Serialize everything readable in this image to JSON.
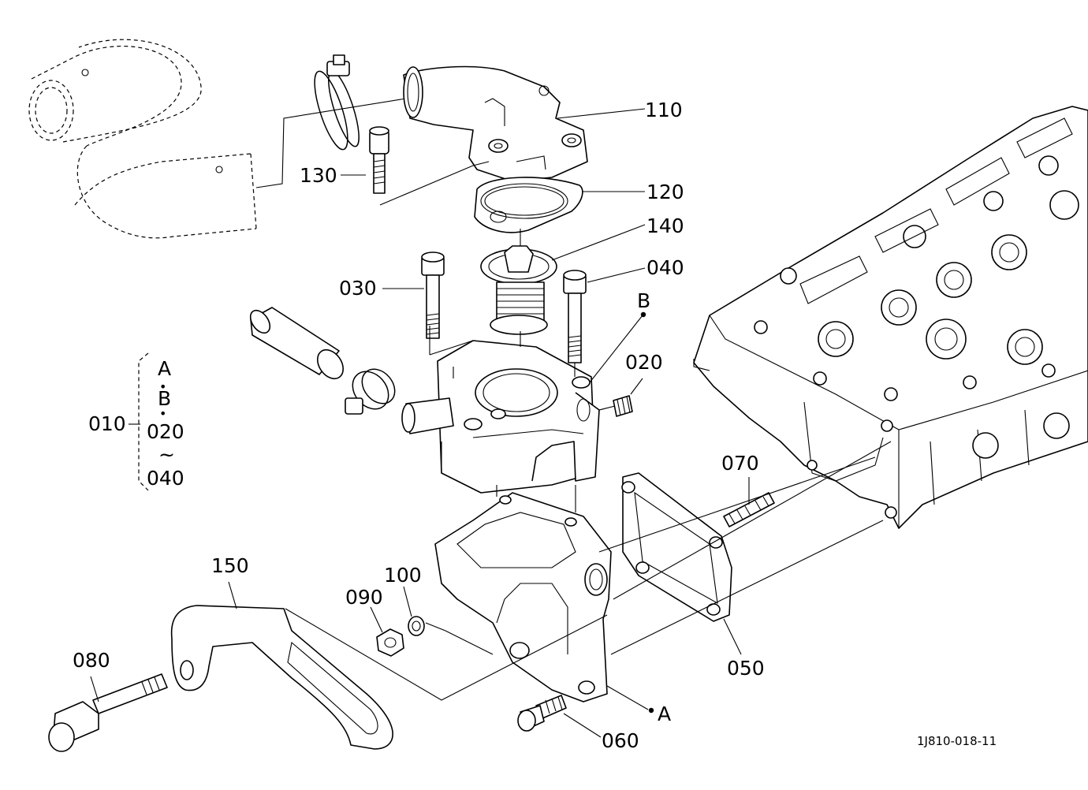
{
  "callouts": {
    "p110": "110",
    "p120": "120",
    "p130": "130",
    "p140": "140",
    "p040": "040",
    "p030": "030",
    "refB": "B",
    "p020": "020",
    "p070": "070",
    "p010": "010",
    "p150": "150",
    "p100": "100",
    "p090": "090",
    "p080": "080",
    "p050": "050",
    "refA": "A",
    "p060": "060"
  },
  "assembly_group": {
    "lineA": "A",
    "dot1": "•",
    "lineB": "B",
    "dot2": "•",
    "line020": "020",
    "tilde": "~",
    "line040": "040"
  },
  "drawing_code": "1J810-018-11"
}
